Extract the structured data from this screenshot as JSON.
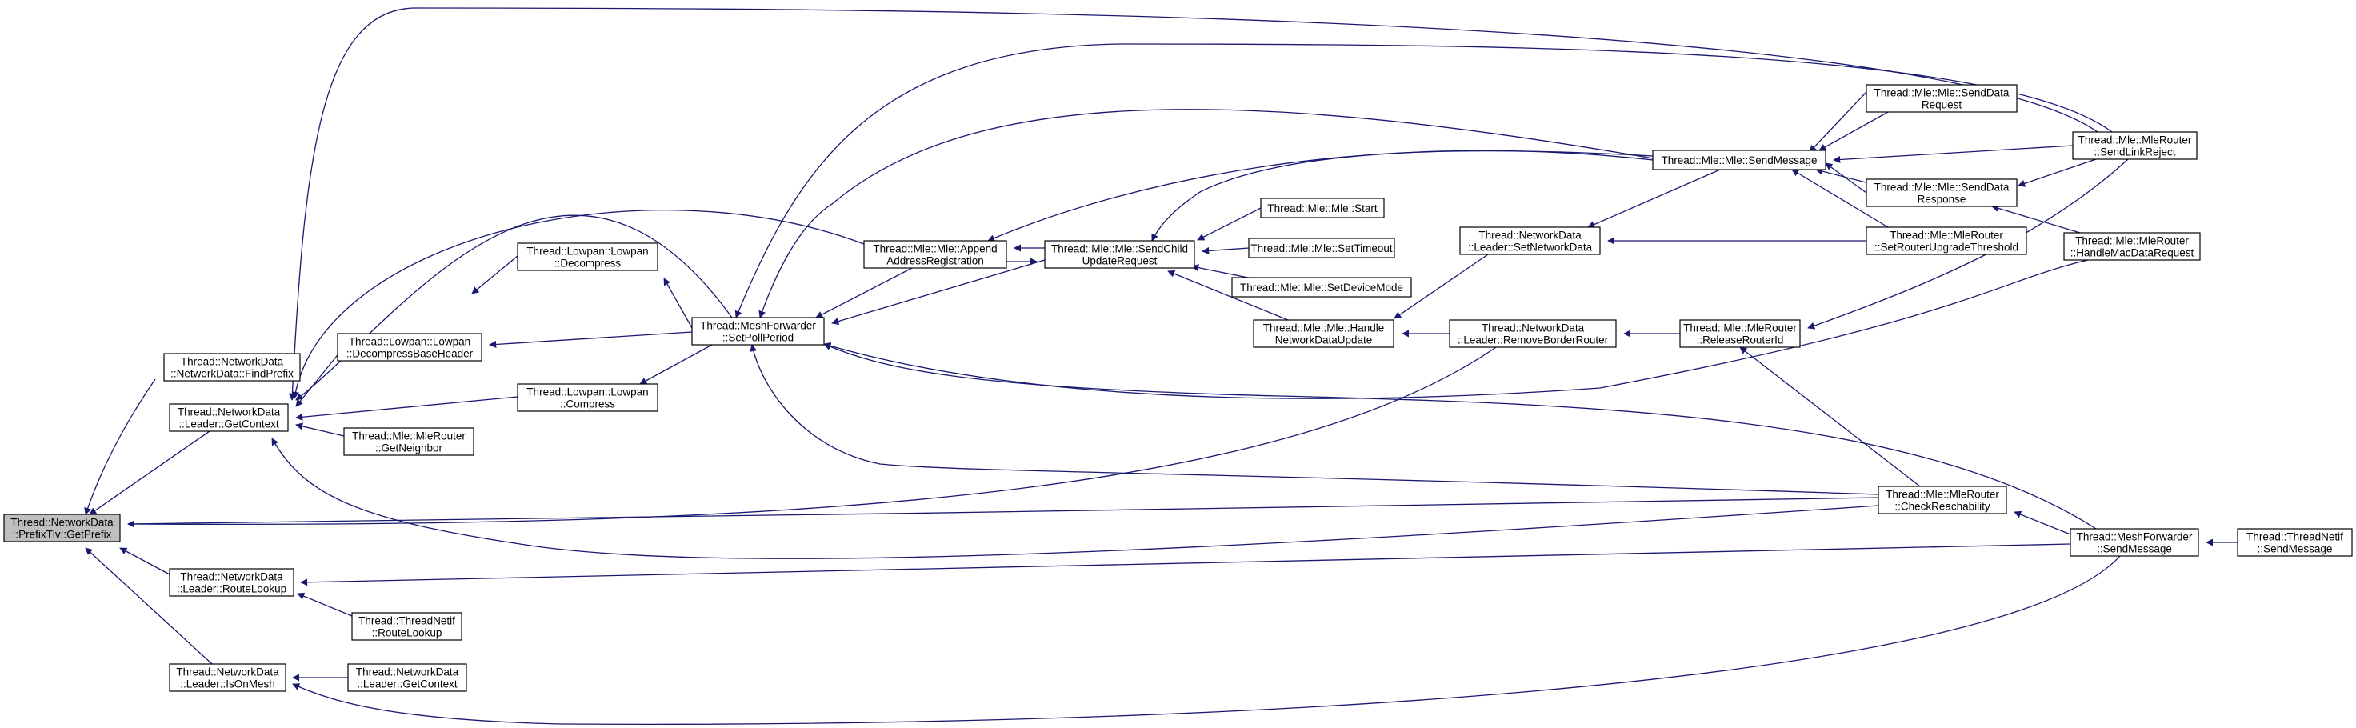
{
  "colors": {
    "edge": "#191970",
    "node_border": "#000000",
    "node_fill": "#ffffff",
    "root_fill": "#bfbfbf"
  },
  "nodes": [
    {
      "id": "n0",
      "lines": [
        "Thread::NetworkData",
        "::PrefixTlv::GetPrefix"
      ]
    },
    {
      "id": "n1",
      "lines": [
        "Thread::NetworkData",
        "::NetworkData::FindPrefix"
      ]
    },
    {
      "id": "n2",
      "lines": [
        "Thread::NetworkData",
        "::Leader::GetContext"
      ]
    },
    {
      "id": "n3",
      "lines": [
        "Thread::NetworkData",
        "::Leader::RouteLookup"
      ]
    },
    {
      "id": "n4",
      "lines": [
        "Thread::NetworkData",
        "::Leader::IsOnMesh"
      ]
    },
    {
      "id": "n5",
      "lines": [
        "Thread::Lowpan::Lowpan",
        "::DecompressBaseHeader"
      ]
    },
    {
      "id": "n6",
      "lines": [
        "Thread::Mle::MleRouter",
        "::GetNeighbor"
      ]
    },
    {
      "id": "n7",
      "lines": [
        "Thread::ThreadNetif",
        "::RouteLookup"
      ]
    },
    {
      "id": "n8",
      "lines": [
        "Thread::NetworkData",
        "::Leader::GetContext"
      ]
    },
    {
      "id": "n9",
      "lines": [
        "Thread::Lowpan::Lowpan",
        "::Decompress"
      ]
    },
    {
      "id": "n10",
      "lines": [
        "Thread::Lowpan::Lowpan",
        "::Compress"
      ]
    },
    {
      "id": "n11",
      "lines": [
        "Thread::MeshForwarder",
        "::SetPollPeriod"
      ]
    },
    {
      "id": "n12",
      "lines": [
        "Thread::Mle::Mle::Append",
        "AddressRegistration"
      ]
    },
    {
      "id": "n13",
      "lines": [
        "Thread::Mle::Mle::SendChild",
        "UpdateRequest"
      ]
    },
    {
      "id": "n14",
      "lines": [
        "Thread::Mle::Mle::Start"
      ]
    },
    {
      "id": "n15",
      "lines": [
        "Thread::Mle::Mle::SetTimeout"
      ]
    },
    {
      "id": "n16",
      "lines": [
        "Thread::Mle::Mle::SetDeviceMode"
      ]
    },
    {
      "id": "n17",
      "lines": [
        "Thread::Mle::Mle::Handle",
        "NetworkDataUpdate"
      ]
    },
    {
      "id": "n18",
      "lines": [
        "Thread::NetworkData",
        "::Leader::SetNetworkData"
      ]
    },
    {
      "id": "n19",
      "lines": [
        "Thread::NetworkData",
        "::Leader::RemoveBorderRouter"
      ]
    },
    {
      "id": "n20",
      "lines": [
        "Thread::Mle::Mle::SendMessage"
      ]
    },
    {
      "id": "n21",
      "lines": [
        "Thread::Mle::MleRouter",
        "::ReleaseRouterId"
      ]
    },
    {
      "id": "n22",
      "lines": [
        "Thread::Mle::Mle::SendData",
        "Request"
      ]
    },
    {
      "id": "n23",
      "lines": [
        "Thread::Mle::Mle::SendData",
        "Response"
      ]
    },
    {
      "id": "n24",
      "lines": [
        "Thread::Mle::MleRouter",
        "::SetRouterUpgradeThreshold"
      ]
    },
    {
      "id": "n25",
      "lines": [
        "Thread::Mle::MleRouter",
        "::CheckReachability"
      ]
    },
    {
      "id": "n26",
      "lines": [
        "Thread::Mle::MleRouter",
        "::SendLinkReject"
      ]
    },
    {
      "id": "n27",
      "lines": [
        "Thread::Mle::MleRouter",
        "::HandleMacDataRequest"
      ]
    },
    {
      "id": "n28",
      "lines": [
        "Thread::MeshForwarder",
        "::SendMessage"
      ]
    },
    {
      "id": "n29",
      "lines": [
        "Thread::ThreadNetif",
        "::SendMessage"
      ]
    }
  ]
}
